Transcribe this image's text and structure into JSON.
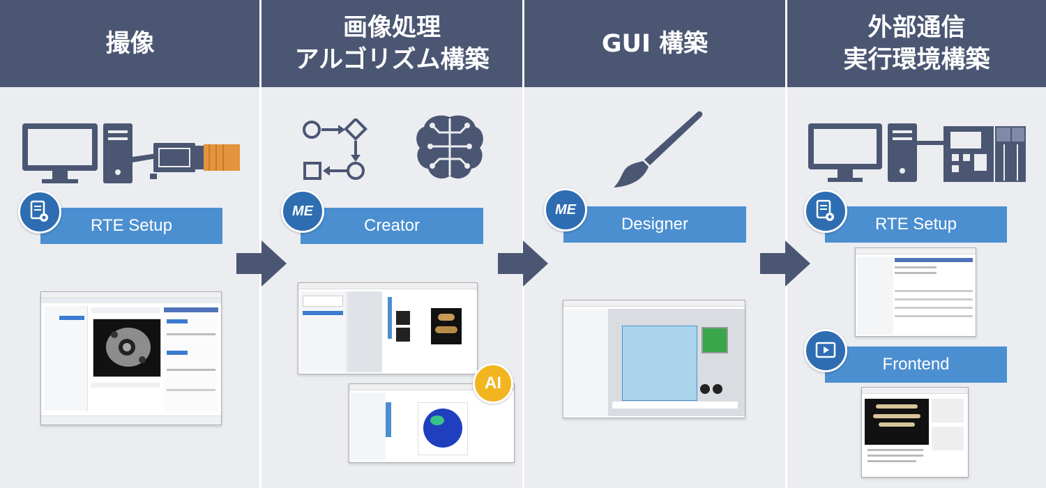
{
  "columns": [
    {
      "title": [
        "撮像"
      ],
      "label": "RTE Setup"
    },
    {
      "title": [
        "画像処理",
        "アルゴリズム構築"
      ],
      "label": "Creator"
    },
    {
      "title": [
        "GUI 構築"
      ],
      "label": "Designer"
    },
    {
      "title": [
        "外部通信",
        "実行環境構築"
      ],
      "label": "RTE Setup",
      "label2": "Frontend"
    }
  ],
  "badges": {
    "me": "ME",
    "ai": "AI"
  },
  "colors": {
    "header": "#4b5673",
    "band": "#4b8fd1",
    "background": "#ebedf0",
    "arrow": "#4b5673",
    "ai_badge": "#f2b51f",
    "camera_lens": "#e3943c"
  }
}
